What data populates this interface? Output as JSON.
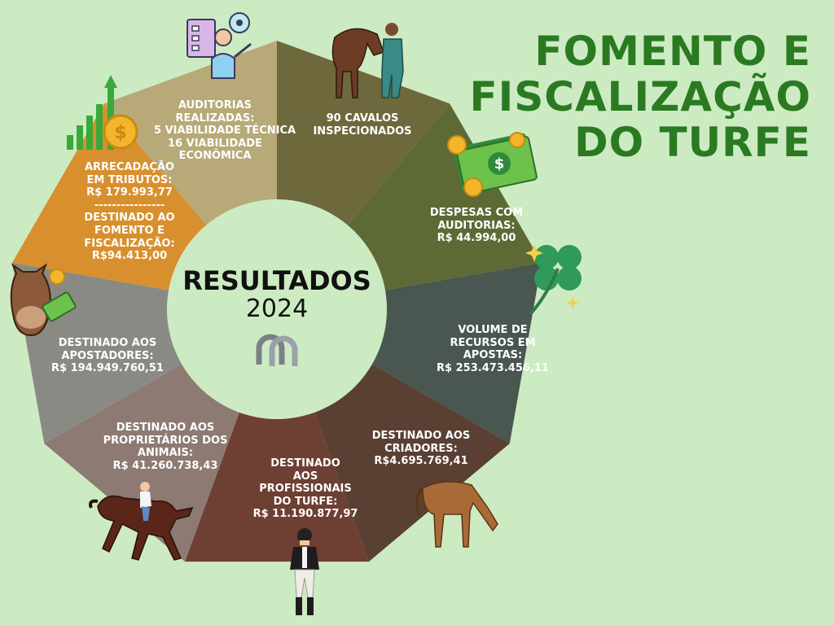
{
  "title": {
    "lines": [
      "FOMENTO E",
      "FISCALIZAÇÃO",
      "DO TURFE"
    ]
  },
  "center": {
    "heading": "RESULTADOS",
    "year": "2024"
  },
  "segments": [
    {
      "id": "auditorias",
      "lines": [
        "AUDITORIAS",
        "REALIZADAS:",
        "5 VIABILIDADE TÉCNICA",
        "16 VIABILIDADE",
        "ECONÔMICA"
      ],
      "color": "#b7a978"
    },
    {
      "id": "cavalos",
      "lines": [
        "90 CAVALOS",
        "INSPECIONADOS"
      ],
      "color": "#6e683d"
    },
    {
      "id": "despesas",
      "lines": [
        "DESPESAS COM",
        "AUDITORIAS:",
        "R$ 44.994,00"
      ],
      "color": "#5d6a36"
    },
    {
      "id": "volume",
      "lines": [
        "VOLUME DE",
        "RECURSOS EM",
        "APOSTAS:",
        "R$ 253.473.456,11"
      ],
      "color": "#4a5650"
    },
    {
      "id": "criadores",
      "lines": [
        "DESTINADO AOS",
        "CRIADORES:",
        "R$4.695.769,41"
      ],
      "color": "#5a3f33"
    },
    {
      "id": "profissionais",
      "lines": [
        "DESTINADO",
        "AOS",
        "PROFISSIONAIS",
        "DO TURFE:",
        "R$ 11.190.877,97"
      ],
      "color": "#6e3f33"
    },
    {
      "id": "proprietarios",
      "lines": [
        "DESTINADO AOS",
        "PROPRIETÁRIOS DOS",
        "ANIMAIS:",
        "R$ 41.260.738,43"
      ],
      "color": "#8c7a73"
    },
    {
      "id": "apostadores",
      "lines": [
        "DESTINADO AOS",
        "APOSTADORES:",
        "R$ 194.949.760,51"
      ],
      "color": "#8a8a85"
    },
    {
      "id": "arrecadacao",
      "lines": [
        "ARRECADAÇÃO",
        "EM TRIBUTOS:",
        "R$ 179.993,77",
        "----------------",
        "DESTINADO AO",
        "FOMENTO E",
        "FISCALIZAÇÃO:",
        "R$94.413,00"
      ],
      "color": "#d8902e"
    }
  ],
  "icons": [
    "horseshoe-icon",
    "auditor-icon",
    "vet-horse-icon",
    "money-icon",
    "clover-icon",
    "grazing-horse-icon",
    "jockey-icon",
    "rider-horse-icon",
    "horse-head-money-icon",
    "growth-chart-coin-icon"
  ]
}
